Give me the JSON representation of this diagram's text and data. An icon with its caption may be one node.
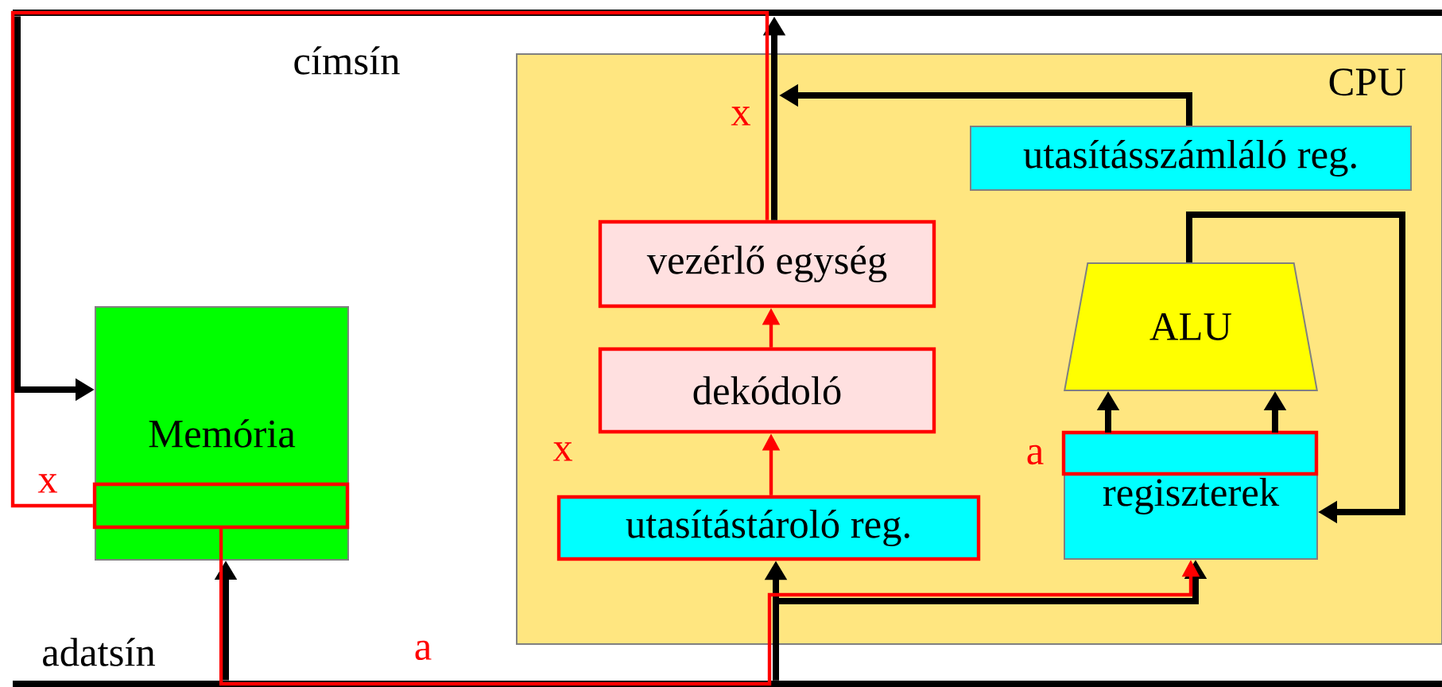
{
  "diagram": {
    "nodes": [
      {
        "text": [],
        "shape": "bar",
        "beside": [
          "címsín"
        ]
      },
      {
        "text": [],
        "shape": "bar",
        "beside": [
          "adatsín"
        ]
      },
      {
        "text": [
          "Memória"
        ]
      },
      {
        "text": [],
        "shape": "box",
        "in": 2
      },
      {
        "text": [
          "CPU"
        ]
      },
      {
        "text": [
          "utasításszámláló reg."
        ],
        "in": 4
      },
      {
        "text": [
          "vezérlő egység"
        ],
        "in": 4
      },
      {
        "text": [
          "dekódoló"
        ],
        "in": 4
      },
      {
        "text": [
          "ALU"
        ],
        "in": 4
      },
      {
        "text": [
          "utasítástároló reg."
        ],
        "in": 4
      },
      {
        "text": [
          "regiszterek"
        ],
        "in": 4
      },
      {
        "text": [],
        "shape": "box",
        "in": 10
      }
    ],
    "edges": [
      {
        "from": 6,
        "to": 0,
        "arrow": "to"
      },
      {
        "from": 0,
        "to": 2,
        "arrow": "to"
      },
      {
        "from": 5,
        "to": null,
        "arrow": "to"
      },
      {
        "from": 9,
        "to": 7,
        "arrow": "to",
        "color": "#ff0000"
      },
      {
        "from": 7,
        "to": 6,
        "arrow": "to",
        "color": "#ff0000"
      },
      {
        "from": 1,
        "to": 2,
        "arrow": "to"
      },
      {
        "from": 1,
        "to": 9,
        "arrow": "to"
      },
      {
        "from": 1,
        "to": 10,
        "arrow": "to"
      },
      {
        "from": 10,
        "to": 8,
        "arrow": "to"
      },
      {
        "from": 10,
        "to": 8,
        "arrow": "to"
      },
      {
        "from": 8,
        "to": 10,
        "arrow": "to"
      },
      {
        "from": 6,
        "to": 3,
        "arrow": "none",
        "color": "#ff0000"
      },
      {
        "from": 3,
        "to": 10,
        "arrow": "to",
        "color": "#ff0000"
      }
    ],
    "labels": [
      "x",
      "x",
      "a",
      "x",
      "a"
    ]
  }
}
